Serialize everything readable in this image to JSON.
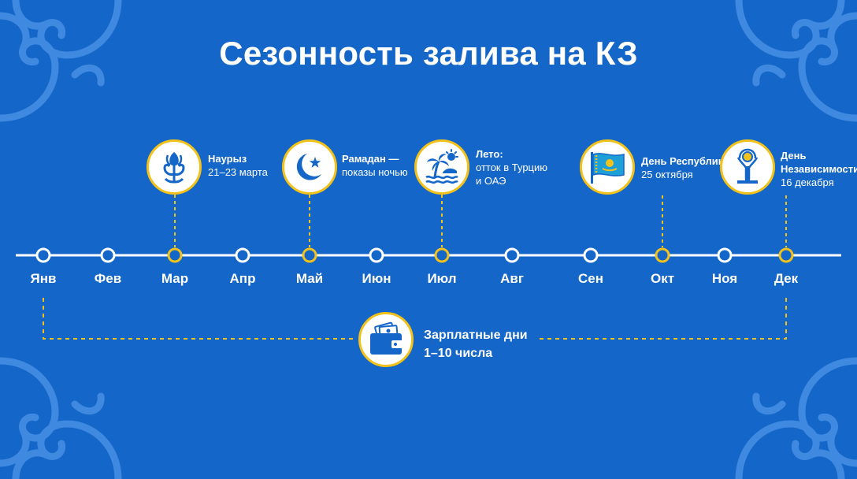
{
  "title": "Сезонность залива на КЗ",
  "colors": {
    "background": "#1466c8",
    "accent": "#f2c21b",
    "line": "#ffffff",
    "ornament": "#3f8ae0"
  },
  "months": [
    {
      "label": "Янв",
      "highlighted": false
    },
    {
      "label": "Фев",
      "highlighted": false
    },
    {
      "label": "Мар",
      "highlighted": true
    },
    {
      "label": "Апр",
      "highlighted": false
    },
    {
      "label": "Май",
      "highlighted": true
    },
    {
      "label": "Июн",
      "highlighted": false
    },
    {
      "label": "Июл",
      "highlighted": true
    },
    {
      "label": "Авг",
      "highlighted": false
    },
    {
      "label": "Сен",
      "highlighted": false
    },
    {
      "label": "Окт",
      "highlighted": true
    },
    {
      "label": "Ноя",
      "highlighted": false
    },
    {
      "label": "Дек",
      "highlighted": true
    }
  ],
  "events": [
    {
      "month": "Мар",
      "icon": "tulip-icon",
      "title": "Наурыз",
      "subtitle": "21–23 марта"
    },
    {
      "month": "Май",
      "icon": "crescent-star-icon",
      "title": "Рамадан —",
      "subtitle": "показы ночью"
    },
    {
      "month": "Июл",
      "icon": "palm-beach-icon",
      "title": "Лето:",
      "subtitle": "отток в Турцию",
      "subtitle2": "и ОАЭ"
    },
    {
      "month": "Окт",
      "icon": "kazakhstan-flag-icon",
      "title": "День Республики",
      "subtitle": "25 октября"
    },
    {
      "month": "Дек",
      "icon": "baiterek-tower-icon",
      "title": "День",
      "subtitle": "Независимости",
      "subtitle2": "16 декабря"
    }
  ],
  "salary": {
    "icon": "wallet-money-icon",
    "title": "Зарплатные дни",
    "subtitle": "1–10 числа",
    "range": [
      "Янв",
      "Дек"
    ]
  }
}
